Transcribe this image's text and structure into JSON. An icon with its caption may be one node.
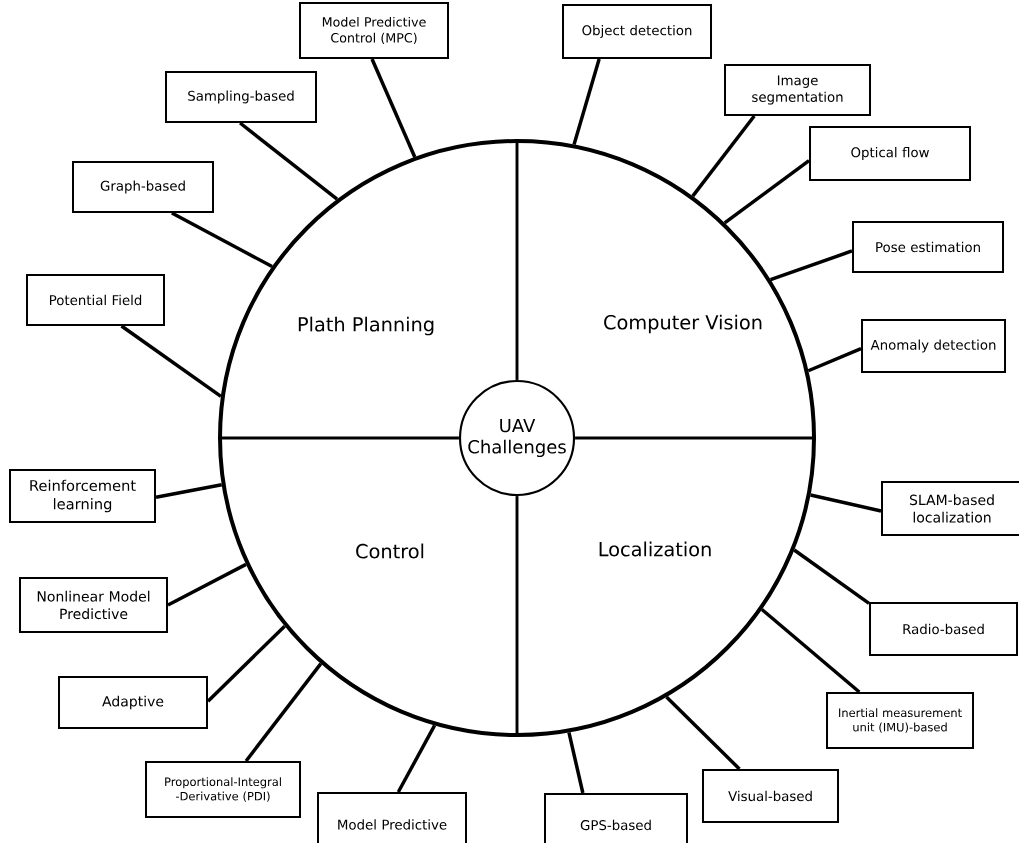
{
  "diagram": {
    "nodes": [
      {
        "text": [],
        "shape": "circle"
      },
      {
        "text": [
          "UAV Challenges"
        ],
        "in": 0
      },
      {
        "text": [
          "Model Predictive Control (MPC)"
        ]
      },
      {
        "text": [
          "Object detection"
        ]
      },
      {
        "text": [
          "Sampling-based"
        ]
      },
      {
        "text": [
          "Image segmentation"
        ]
      },
      {
        "text": [
          "Graph-based"
        ]
      },
      {
        "text": [
          "Optical flow"
        ]
      },
      {
        "text": [
          "Pose estimation"
        ]
      },
      {
        "text": [
          "Potential Field"
        ]
      },
      {
        "text": [
          "Anomaly detection"
        ]
      },
      {
        "text": [
          "Reinforcement learning"
        ]
      },
      {
        "text": [
          "SLAM-based localization"
        ]
      },
      {
        "text": [
          "Nonlinear Model Predictive"
        ]
      },
      {
        "text": [
          "Radio-based"
        ]
      },
      {
        "text": [
          "Adaptive"
        ]
      },
      {
        "text": [
          "Inertial measurement unit (IMU)-based"
        ]
      },
      {
        "text": [
          "Proportional-Integral -Derivative (PDI)"
        ]
      },
      {
        "text": [
          "Visual-based"
        ]
      },
      {
        "text": [
          "Model Predictive"
        ]
      },
      {
        "text": [
          "GPS-based"
        ]
      }
    ],
    "edges": [
      {
        "from": 0,
        "to": 2,
        "arrow": "none"
      },
      {
        "from": 0,
        "to": 3,
        "arrow": "none"
      },
      {
        "from": 0,
        "to": 4,
        "arrow": "none"
      },
      {
        "from": 0,
        "to": 5,
        "arrow": "none"
      },
      {
        "from": 0,
        "to": 6,
        "arrow": "none"
      },
      {
        "from": 0,
        "to": 7,
        "arrow": "none"
      },
      {
        "from": 0,
        "to": 8,
        "arrow": "none"
      },
      {
        "from": 0,
        "to": 9,
        "arrow": "none"
      },
      {
        "from": 0,
        "to": 10,
        "arrow": "none"
      },
      {
        "from": 0,
        "to": 11,
        "arrow": "none"
      },
      {
        "from": 0,
        "to": 12,
        "arrow": "none"
      },
      {
        "from": 0,
        "to": 13,
        "arrow": "none"
      },
      {
        "from": 0,
        "to": 14,
        "arrow": "none"
      },
      {
        "from": 0,
        "to": 15,
        "arrow": "none"
      },
      {
        "from": 0,
        "to": 16,
        "arrow": "none"
      },
      {
        "from": 0,
        "to": 17,
        "arrow": "none"
      },
      {
        "from": 0,
        "to": 18,
        "arrow": "none"
      },
      {
        "from": 0,
        "to": 19,
        "arrow": "none"
      },
      {
        "from": 0,
        "to": 20,
        "arrow": "none"
      }
    ],
    "labels": [
      "Plath Planning",
      "Computer Vision",
      "Control",
      "Localization"
    ]
  }
}
